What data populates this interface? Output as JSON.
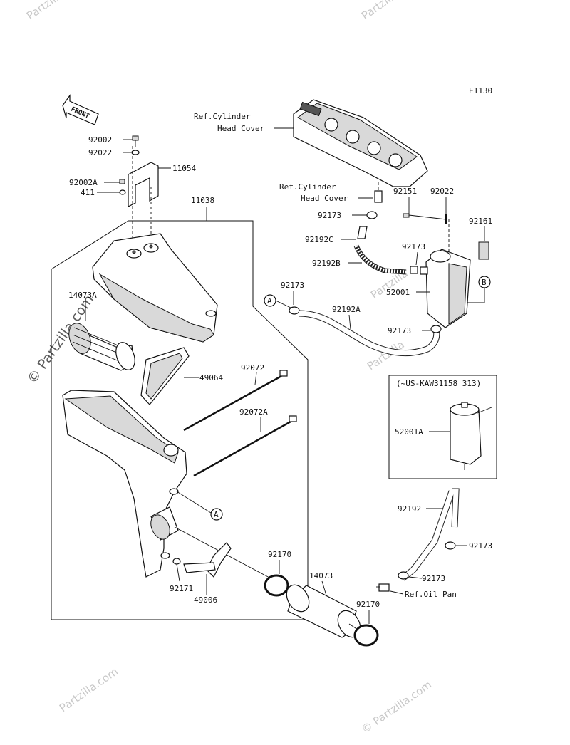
{
  "diagram_code": "E1130",
  "front_arrow_label": "FRONT",
  "watermarks": {
    "small": "Partzilla",
    "large": "© Partzilla.com",
    "bottom_left": "Partzilla.com",
    "bottom_right": "© Partzilla.com"
  },
  "refs": {
    "cylinder_head_cover_top_l1": "Ref.Cylinder",
    "cylinder_head_cover_top_l2": "Head Cover",
    "cylinder_head_cover_mid_l1": "Ref.Cylinder",
    "cylinder_head_cover_mid_l2": "Head Cover",
    "oil_pan": "Ref.Oil Pan"
  },
  "inset_title": "(~US-KAW31158 313)",
  "markers": {
    "a": "A",
    "b": "B"
  },
  "parts": {
    "p92002": "92002",
    "p92022_left": "92022",
    "p11054": "11054",
    "p92002A": "92002A",
    "p411": "411",
    "p11038": "11038",
    "p14073A": "14073A",
    "p49064": "49064",
    "p92072": "92072",
    "p92072A": "92072A",
    "p92171": "92171",
    "p49006": "49006",
    "p92170_left": "92170",
    "p14073": "14073",
    "p92170_right": "92170",
    "p92151": "92151",
    "p92022_right": "92022",
    "p92173_a": "92173",
    "p92161": "92161",
    "p92192C": "92192C",
    "p92173_b": "92173",
    "p92192B": "92192B",
    "p92173_c": "92173",
    "p52001": "52001",
    "p92192A": "92192A",
    "p92173_d": "92173",
    "p52001A": "52001A",
    "p92192": "92192",
    "p92173_e": "92173",
    "p92173_f": "92173"
  }
}
